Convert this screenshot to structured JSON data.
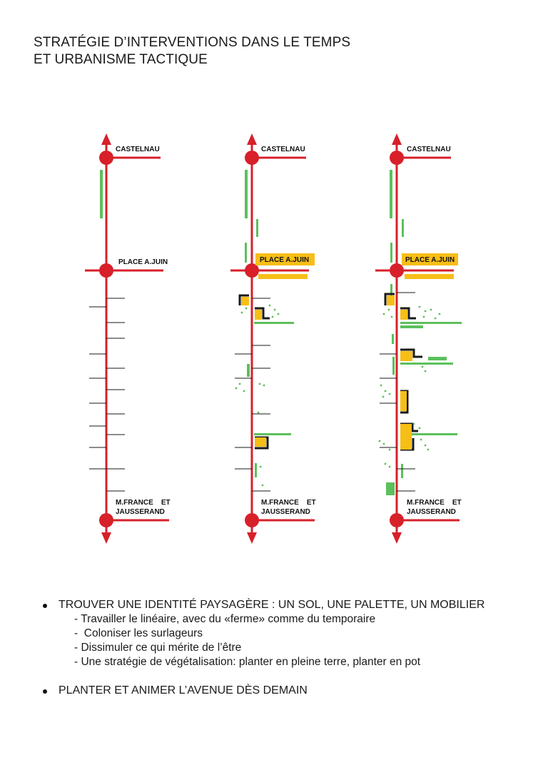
{
  "title": {
    "line1": "STRATÉGIE D’INTERVENTIONS DANS LE TEMPS",
    "line2": "ET URBANISME TACTIQUE"
  },
  "diagram": {
    "columns": [
      {
        "top": "CASTELNAU",
        "middle": "PLACE A.JUIN",
        "bottom_line1": "M.FRANCE    ET",
        "bottom_line2": "JAUSSERAND"
      },
      {
        "top": "CASTELNAU",
        "middle": "PLACE A.JUIN",
        "bottom_line1": "M.FRANCE    ET",
        "bottom_line2": "JAUSSERAND"
      },
      {
        "top": "CASTELNAU",
        "middle": "PLACE A.JUIN",
        "bottom_line1": "M.FRANCE    ET",
        "bottom_line2": "JAUSSERAND"
      }
    ],
    "colors": {
      "road": "#d7202a",
      "vegetation": "#5cc05c",
      "tactical": "#f7be17",
      "outline": "#1a1a1a"
    }
  },
  "bullets": [
    {
      "text": "TROUVER UNE IDENTITÉ PAYSAGÈRE : UN SOL, UNE PALETTE, UN MOBILIER",
      "sub": [
        "- Travailler le linéaire, avec du «ferme» comme du temporaire",
        "-  Coloniser les surlageurs",
        "- Dissimuler ce qui mérite de l’être",
        "- Une stratégie de végétalisation: planter en pleine terre, planter en pot"
      ]
    },
    {
      "text": "PLANTER ET ANIMER L’AVENUE DÈS DEMAIN",
      "sub": []
    }
  ]
}
